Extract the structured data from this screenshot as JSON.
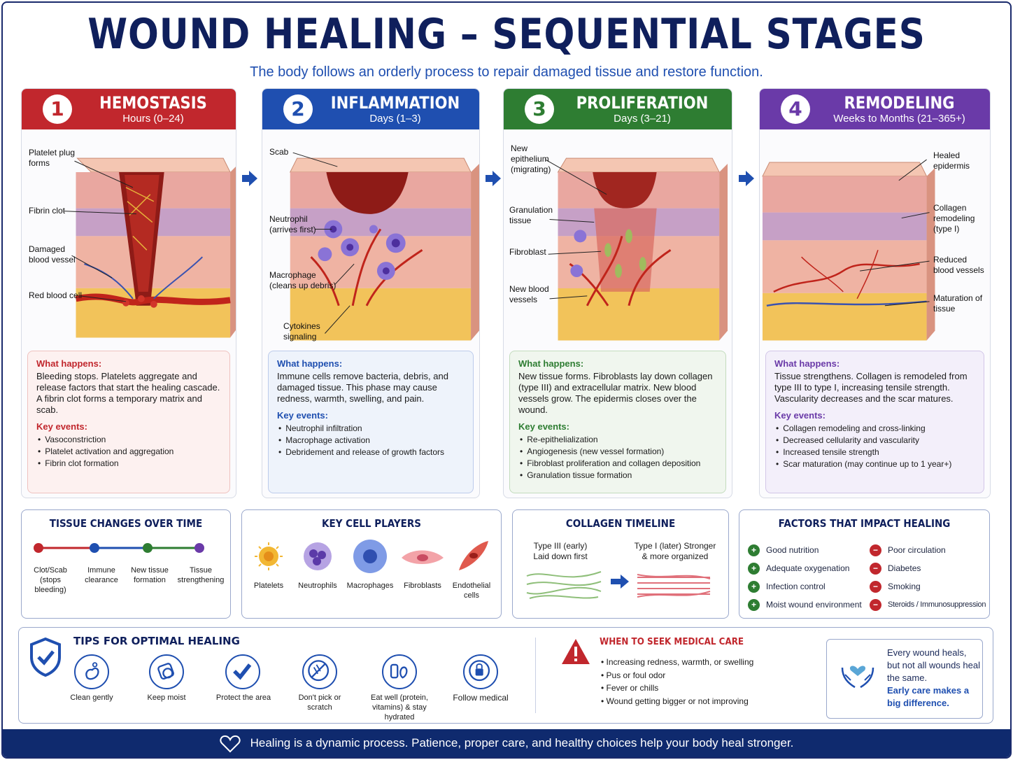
{
  "title": "WOUND HEALING – SEQUENTIAL STAGES",
  "subtitle": "The body follows an orderly process to repair damaged tissue and restore function.",
  "stages": [
    {
      "num": "1",
      "name": "HEMOSTASIS",
      "time": "Hours (0–24)",
      "color": "#c1272d",
      "callouts": [
        "Platelet plug forms",
        "Fibrin clot",
        "Damaged blood vessel",
        "Red blood cell"
      ],
      "what_heading": "What happens:",
      "what": "Bleeding stops. Platelets aggregate and release factors that start the healing cascade. A fibrin clot forms a temporary matrix and scab.",
      "key_heading": "Key events:",
      "events": [
        "Vasoconstriction",
        "Platelet activation and aggregation",
        "Fibrin clot formation"
      ]
    },
    {
      "num": "2",
      "name": "INFLAMMATION",
      "time": "Days (1–3)",
      "color": "#1f4fb0",
      "callouts": [
        "Scab",
        "Neutrophil (arrives first)",
        "Macrophage (cleans up debris)",
        "Cytokines signaling"
      ],
      "what_heading": "What happens:",
      "what": "Immune cells remove bacteria, debris, and damaged tissue. This phase may cause redness, warmth, swelling, and pain.",
      "key_heading": "Key events:",
      "events": [
        "Neutrophil infiltration",
        "Macrophage activation",
        "Debridement and release of growth factors"
      ]
    },
    {
      "num": "3",
      "name": "PROLIFERATION",
      "time": "Days (3–21)",
      "color": "#2e7d32",
      "callouts": [
        "New epithelium (migrating)",
        "Granulation tissue",
        "Fibroblast",
        "New blood vessels"
      ],
      "what_heading": "What happens:",
      "what": "New tissue forms. Fibroblasts lay down collagen (type III) and extracellular matrix. New blood vessels grow. The epidermis closes over the wound.",
      "key_heading": "Key events:",
      "events": [
        "Re-epithelialization",
        "Angiogenesis (new vessel formation)",
        "Fibroblast proliferation and collagen deposition",
        "Granulation tissue formation"
      ]
    },
    {
      "num": "4",
      "name": "REMODELING",
      "time": "Weeks to Months (21–365+)",
      "color": "#6a3aa8",
      "callouts": [
        "Healed epidermis",
        "Collagen remodeling (type I)",
        "Reduced blood vessels",
        "Maturation of tissue"
      ],
      "what_heading": "What happens:",
      "what": "Tissue strengthens. Collagen is remodeled from type III to type I, increasing tensile strength. Vascularity decreases and the scar matures.",
      "key_heading": "Key events:",
      "events": [
        "Collagen remodeling and cross-linking",
        "Decreased cellularity and vascularity",
        "Increased tensile strength",
        "Scar maturation (may continue up to 1 year+)"
      ]
    }
  ],
  "tissue_changes": {
    "title": "TISSUE CHANGES OVER TIME",
    "steps": [
      "Clot/Scab (stops bleeding)",
      "Immune clearance",
      "New tissue formation",
      "Tissue strengthening"
    ]
  },
  "cell_players": {
    "title": "KEY CELL PLAYERS",
    "cells": [
      "Platelets",
      "Neutrophils",
      "Macrophages",
      "Fibroblasts",
      "Endothelial cells"
    ]
  },
  "collagen": {
    "title": "COLLAGEN TIMELINE",
    "early": "Type III (early) Laid down first",
    "later": "Type I (later) Stronger & more organized"
  },
  "factors": {
    "title": "FACTORS THAT IMPACT HEALING",
    "positive": [
      "Good nutrition",
      "Adequate oxygenation",
      "Infection control",
      "Moist wound environment"
    ],
    "negative": [
      "Poor circulation",
      "Diabetes",
      "Smoking",
      "Steroids / Immunosuppression"
    ]
  },
  "tips": {
    "title": "TIPS FOR OPTIMAL HEALING",
    "items": [
      "Clean gently",
      "Keep moist",
      "Protect the area",
      "Don't pick or scratch",
      "Eat well (protein, vitamins) & stay hydrated",
      "Follow medical"
    ]
  },
  "medical": {
    "title": "WHEN TO SEEK MEDICAL CARE",
    "items": [
      "Increasing redness, warmth, or swelling",
      "Pus or foul odor",
      "Fever or chills",
      "Wound getting bigger or not improving"
    ]
  },
  "note": {
    "text": "Every wound heals, but not all wounds heal the same.",
    "emphasis": "Early care makes a big difference."
  },
  "footer": "Healing is a dynamic process. Patience, proper care, and healthy choices help your body heal stronger."
}
